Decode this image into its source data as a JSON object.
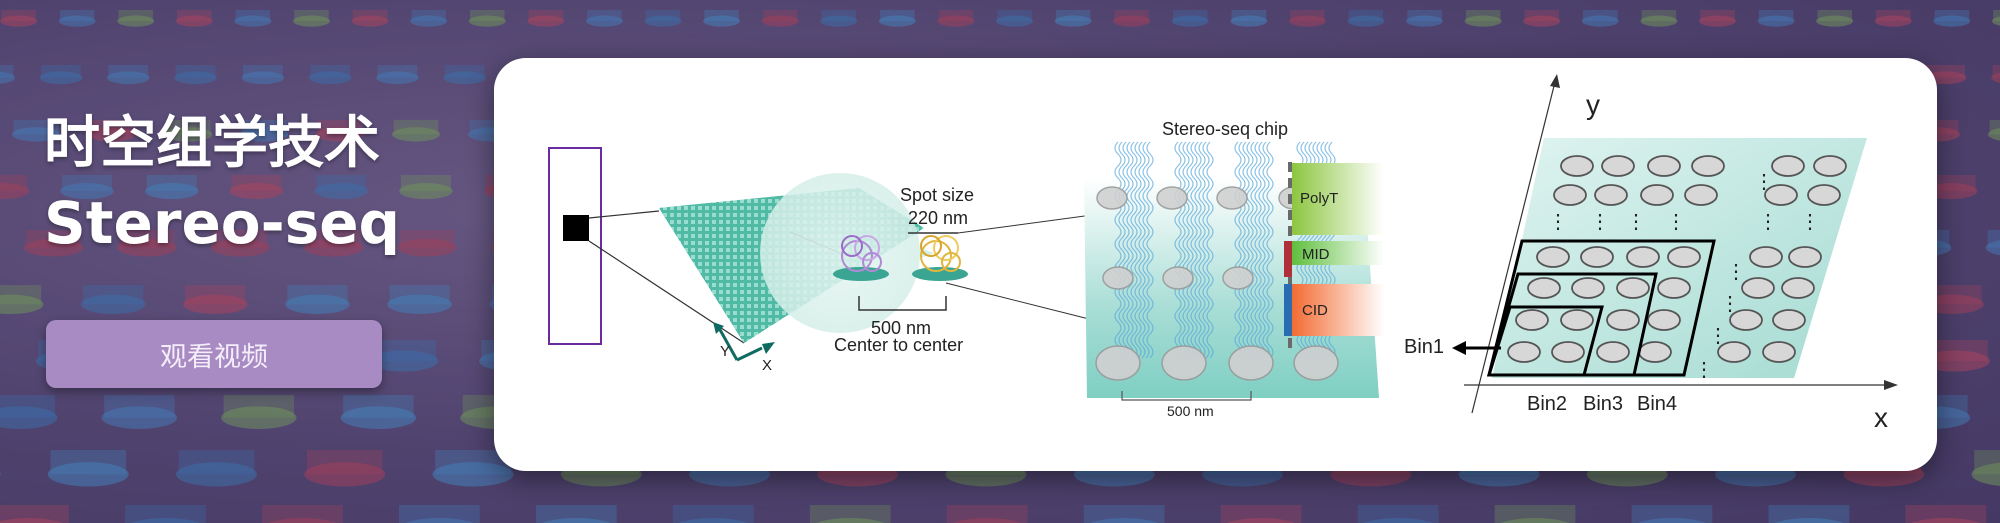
{
  "hero": {
    "title_line1": "时空组学技术",
    "title_line2": "Stereo-seq",
    "cta_label": "观看视频"
  },
  "diagram": {
    "spot_size_label": "Spot size",
    "spot_size_value": "220 nm",
    "spacing_value": "500 nm",
    "spacing_caption": "Center to center",
    "axis_y": "Y",
    "axis_x": "X",
    "chip_title": "Stereo-seq chip",
    "layer_polyt": "PolyT",
    "layer_mid": "MID",
    "layer_cid": "CID",
    "chip_spacing": "500 nm",
    "bin_axis_y": "y",
    "bin_axis_x": "x",
    "bin1": "Bin1",
    "bin2": "Bin2",
    "bin3": "Bin3",
    "bin4": "Bin4"
  },
  "colors": {
    "button_bg": "#a98bc4",
    "teal": "#7fcfc3",
    "outline_purple": "#6a2aa0",
    "polyt": "#8cc63f",
    "mid": "#6fbf4a",
    "cid": "#f47a3c"
  }
}
